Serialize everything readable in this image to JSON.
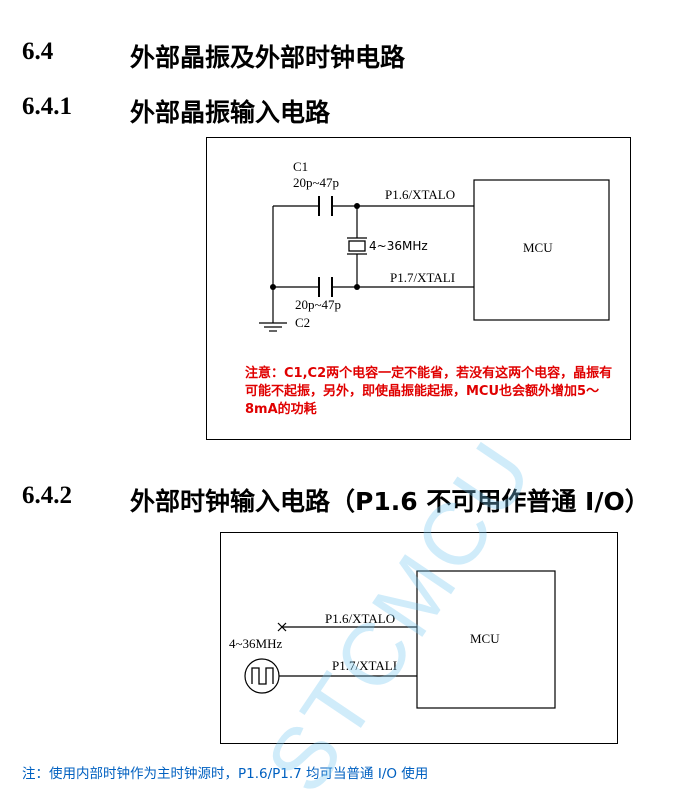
{
  "section": {
    "num": "6.4",
    "title": "外部晶振及外部时钟电路"
  },
  "sub1": {
    "num": "6.4.1",
    "title": "外部晶振输入电路"
  },
  "fig1": {
    "c1_name": "C1",
    "c1_value": "20p~47p",
    "c2_value": "20p~47p",
    "c2_name": "C2",
    "crystal": "4~36MHz",
    "pin_top": "P1.6/XTALO",
    "pin_bottom": "P1.7/XTALI",
    "mcu": "MCU",
    "warning": "注意：C1,C2两个电容一定不能省，若没有这两个电容，晶振有可能不起振，另外，即使晶振能起振，MCU也会额外增加5～8mA的功耗"
  },
  "sub2": {
    "num": "6.4.2",
    "title": "外部时钟输入电路（P1.6 不可用作普通 I/O）"
  },
  "fig2": {
    "pin_top": "P1.6/XTALO",
    "pin_bottom": "P1.7/XTALI",
    "mcu": "MCU",
    "clock": "4~36MHz"
  },
  "note": "注：使用内部时钟作为主时钟源时，P1.6/P1.7 均可当普通 I/O 使用",
  "watermark": "STCMCU",
  "colors": {
    "warning": "#e00000",
    "note": "#0060c0",
    "watermark": "#78c8f0"
  }
}
